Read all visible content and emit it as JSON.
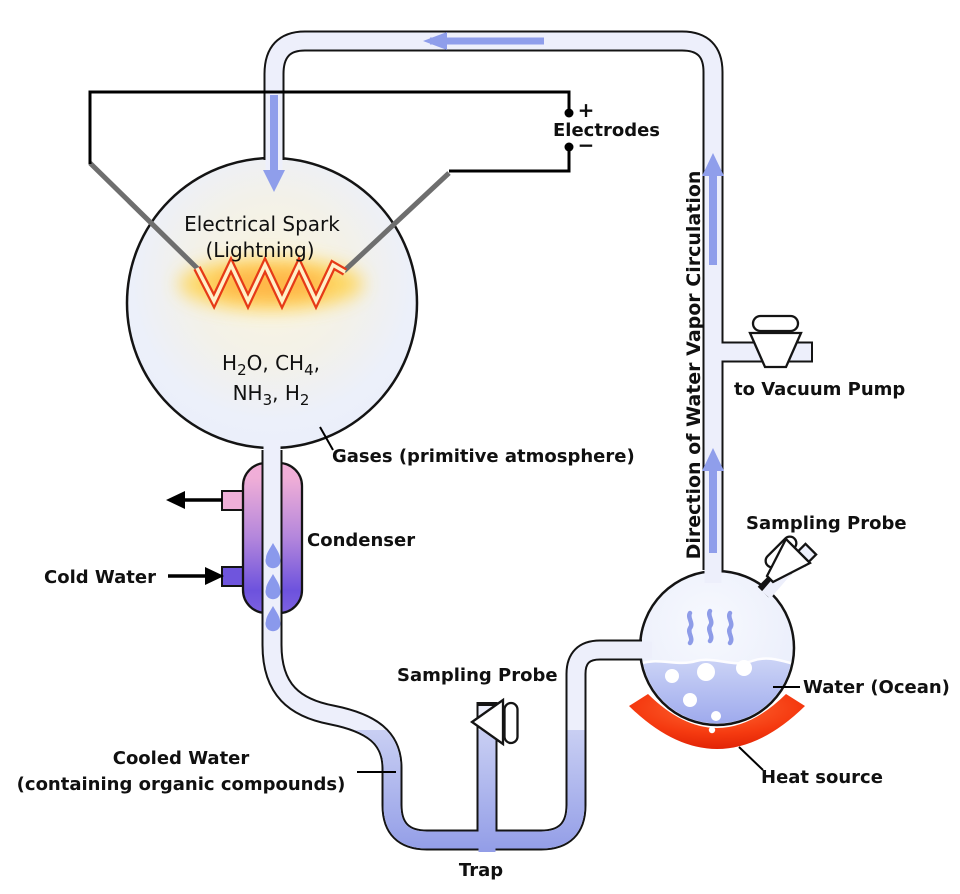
{
  "diagram": {
    "labels": {
      "electrodes": "Electrodes",
      "plus": "+",
      "minus": "−",
      "electrical_spark": "Electrical Spark",
      "lightning": "(Lightning)",
      "gases": "Gases (primitive atmosphere)",
      "condenser": "Condenser",
      "cold_water": "Cold Water",
      "cooled_water_line1": "Cooled Water",
      "cooled_water_line2": "(containing organic compounds)",
      "sampling_probe_left": "Sampling Probe",
      "sampling_probe_right": "Sampling Probe",
      "trap": "Trap",
      "direction": "Direction of Water Vapor Circulation",
      "to_vacuum_pump": "to Vacuum Pump",
      "water_ocean": "Water (Ocean)",
      "heat_source": "Heat source"
    },
    "chem": {
      "line1": {
        "p1": "H",
        "s1": "2",
        "p2": "O, CH",
        "s2": "4",
        "p3": ","
      },
      "line2": {
        "p1": "NH",
        "s1": "3",
        "p2": ", H",
        "s2": "2"
      }
    },
    "colors": {
      "tube_fill": "#edeffb",
      "flow_arrow": "#8f9eeb",
      "condenser_pink": "#f2afd9",
      "condenser_purple": "#6d52dd",
      "water_light": "#c9cff3",
      "water_deep": "#8e99e6",
      "ocean_light": "#ccd4f6",
      "ocean_deep": "#9aa6ec",
      "heat_red": "#ee2505",
      "spark_red": "#e63a17",
      "spark_core": "#fff0c8",
      "electrode_gray": "#6e6e6e",
      "wire_black": "#000000",
      "droplet_blue": "#8a99ec"
    }
  }
}
